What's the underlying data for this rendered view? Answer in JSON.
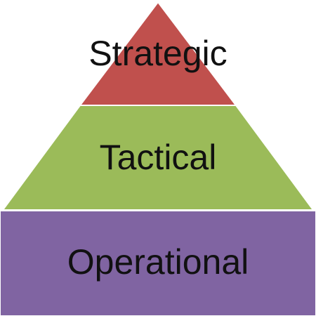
{
  "diagram": {
    "tiers": [
      {
        "label": "Strategic",
        "color": "#c0504d"
      },
      {
        "label": "Tactical",
        "color": "#9bbb59"
      },
      {
        "label": "Operational",
        "color": "#8064a2"
      }
    ]
  }
}
